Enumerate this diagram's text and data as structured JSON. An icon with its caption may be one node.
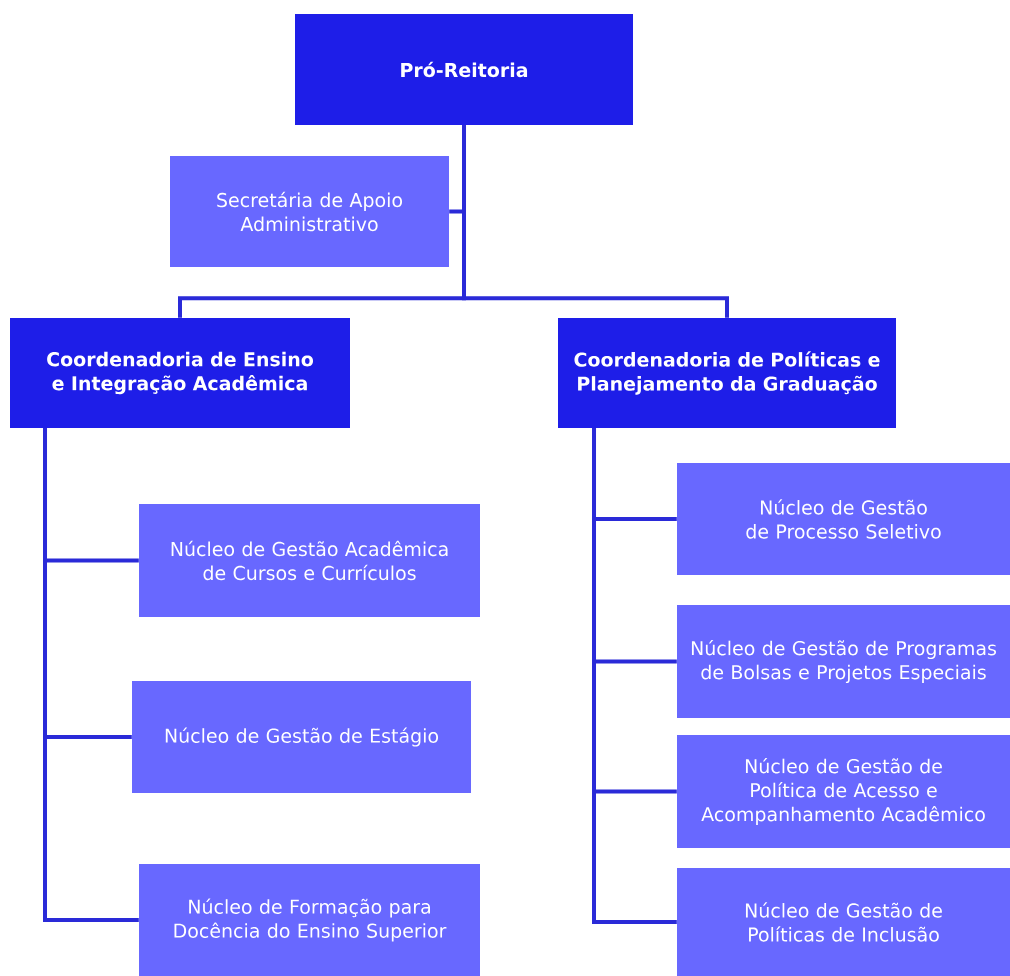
{
  "diagram": {
    "nodes": [
      {
        "text": [
          "Pró-Reitoria"
        ]
      },
      {
        "text": [
          "Secretária de Apoio Administrativo"
        ]
      },
      {
        "text": [
          "Coordenadoria de Ensino e Integração Acadêmica"
        ]
      },
      {
        "text": [
          "Coordenadoria de Políticas e Planejamento da Graduação"
        ]
      },
      {
        "text": [
          "Núcleo de Gestão Acadêmica de Cursos e Currículos"
        ]
      },
      {
        "text": [
          "Núcleo de Gestão de Estágio"
        ]
      },
      {
        "text": [
          "Núcleo de Formação para Docência do Ensino Superior"
        ]
      },
      {
        "text": [
          "Núcleo de Gestão de Processo Seletivo"
        ]
      },
      {
        "text": [
          "Núcleo de Gestão de Programas de Bolsas e Projetos Especiais"
        ]
      },
      {
        "text": [
          "Núcleo de Gestão de Política de Acesso e Acompanhamento Acadêmico"
        ]
      },
      {
        "text": [
          "Núcleo de Gestão de Políticas de Inclusão"
        ]
      }
    ],
    "edges": [
      {
        "from": 0,
        "to": 1,
        "arrow": "none"
      },
      {
        "from": 0,
        "to": 2,
        "arrow": "none"
      },
      {
        "from": 0,
        "to": 3,
        "arrow": "none"
      },
      {
        "from": 2,
        "to": 4,
        "arrow": "none"
      },
      {
        "from": 2,
        "to": 5,
        "arrow": "none"
      },
      {
        "from": 2,
        "to": 6,
        "arrow": "none"
      },
      {
        "from": 3,
        "to": 7,
        "arrow": "none"
      },
      {
        "from": 3,
        "to": 8,
        "arrow": "none"
      },
      {
        "from": 3,
        "to": 9,
        "arrow": "none"
      },
      {
        "from": 3,
        "to": 10,
        "arrow": "none"
      }
    ]
  }
}
